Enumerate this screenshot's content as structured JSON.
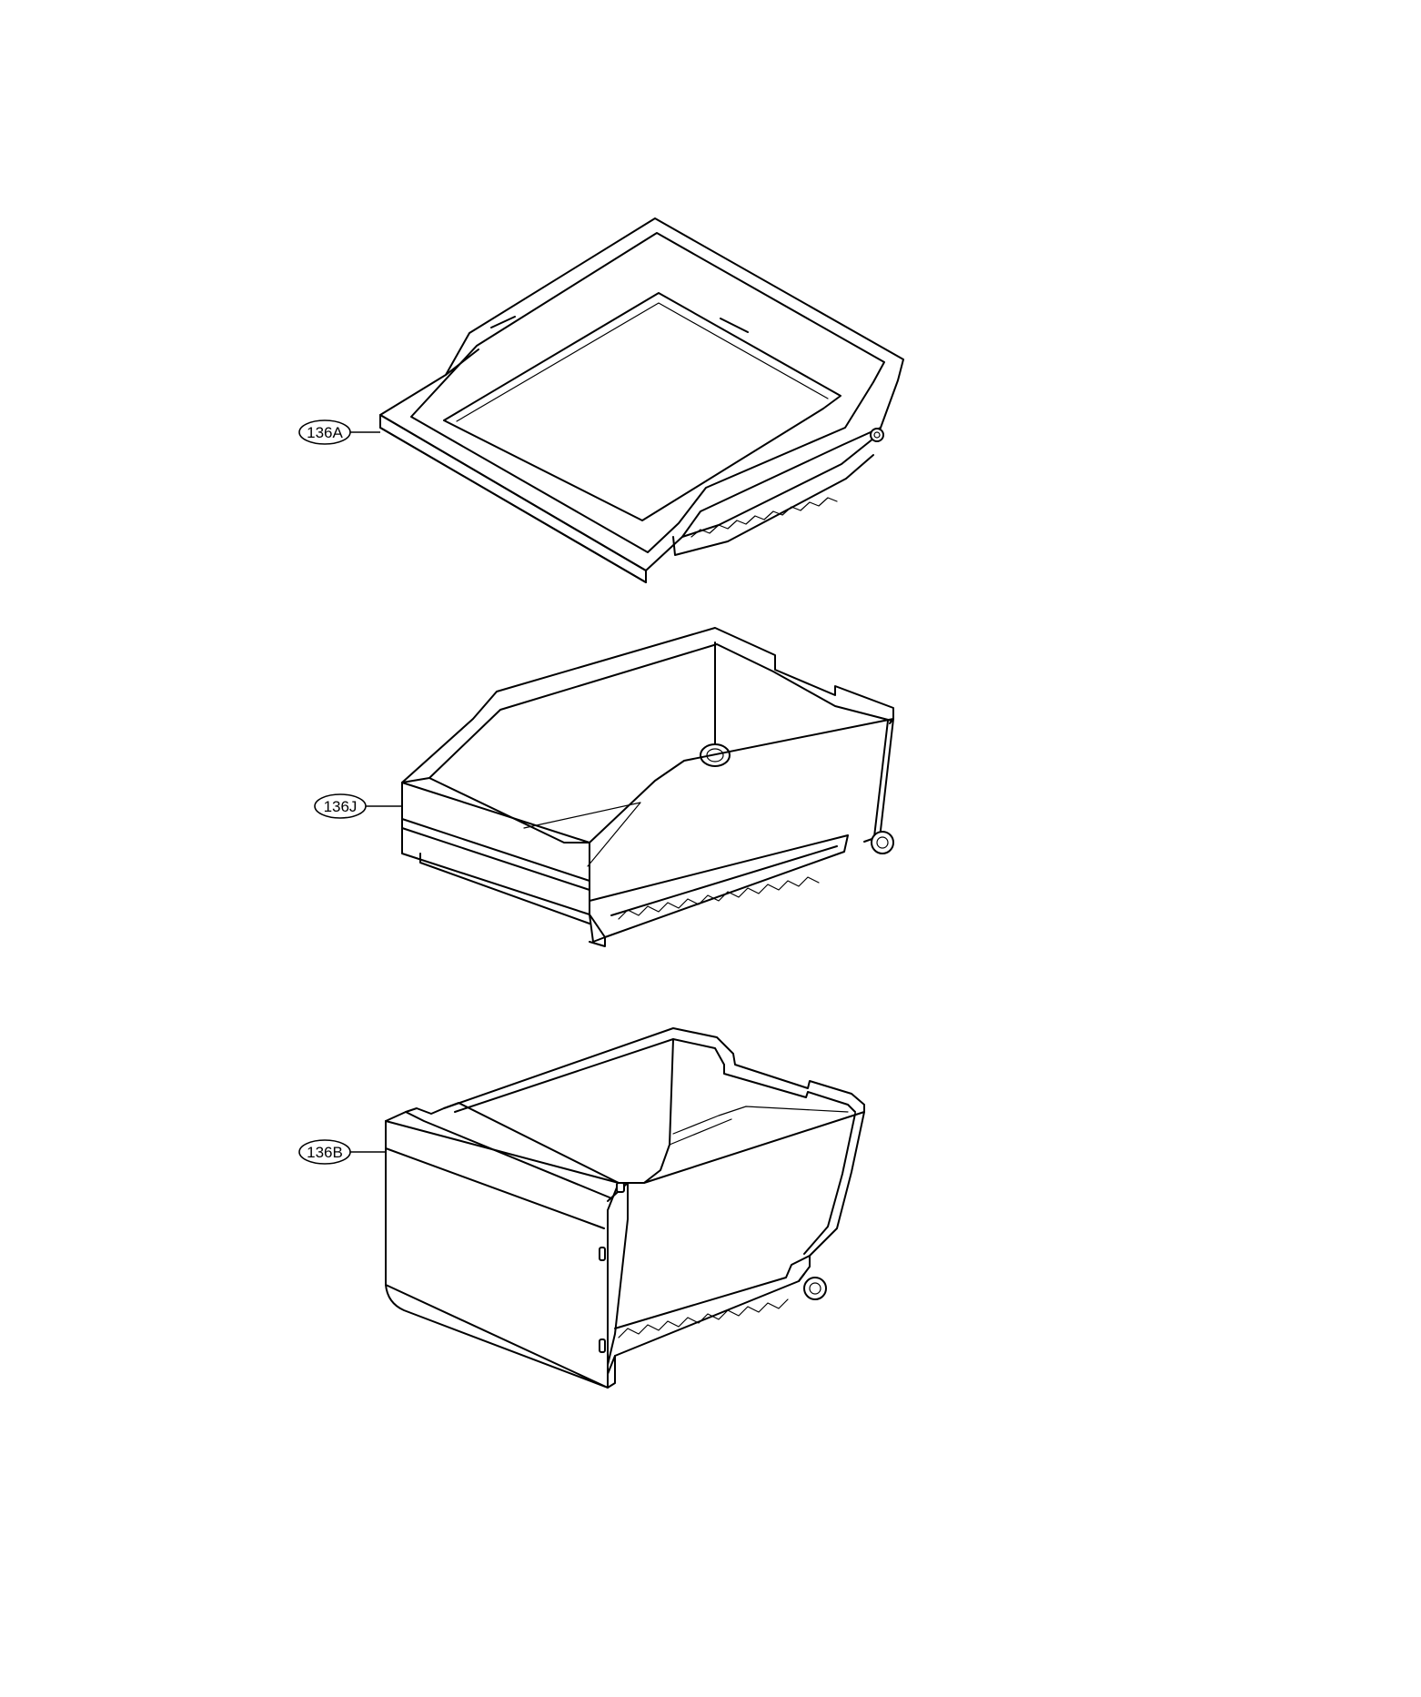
{
  "callouts": {
    "top_tray": {
      "label": "136A"
    },
    "middle_drawer": {
      "label": "136J"
    },
    "bottom_drawer": {
      "label": "136B"
    }
  },
  "colors": {
    "line": "#000000",
    "background": "#ffffff"
  }
}
